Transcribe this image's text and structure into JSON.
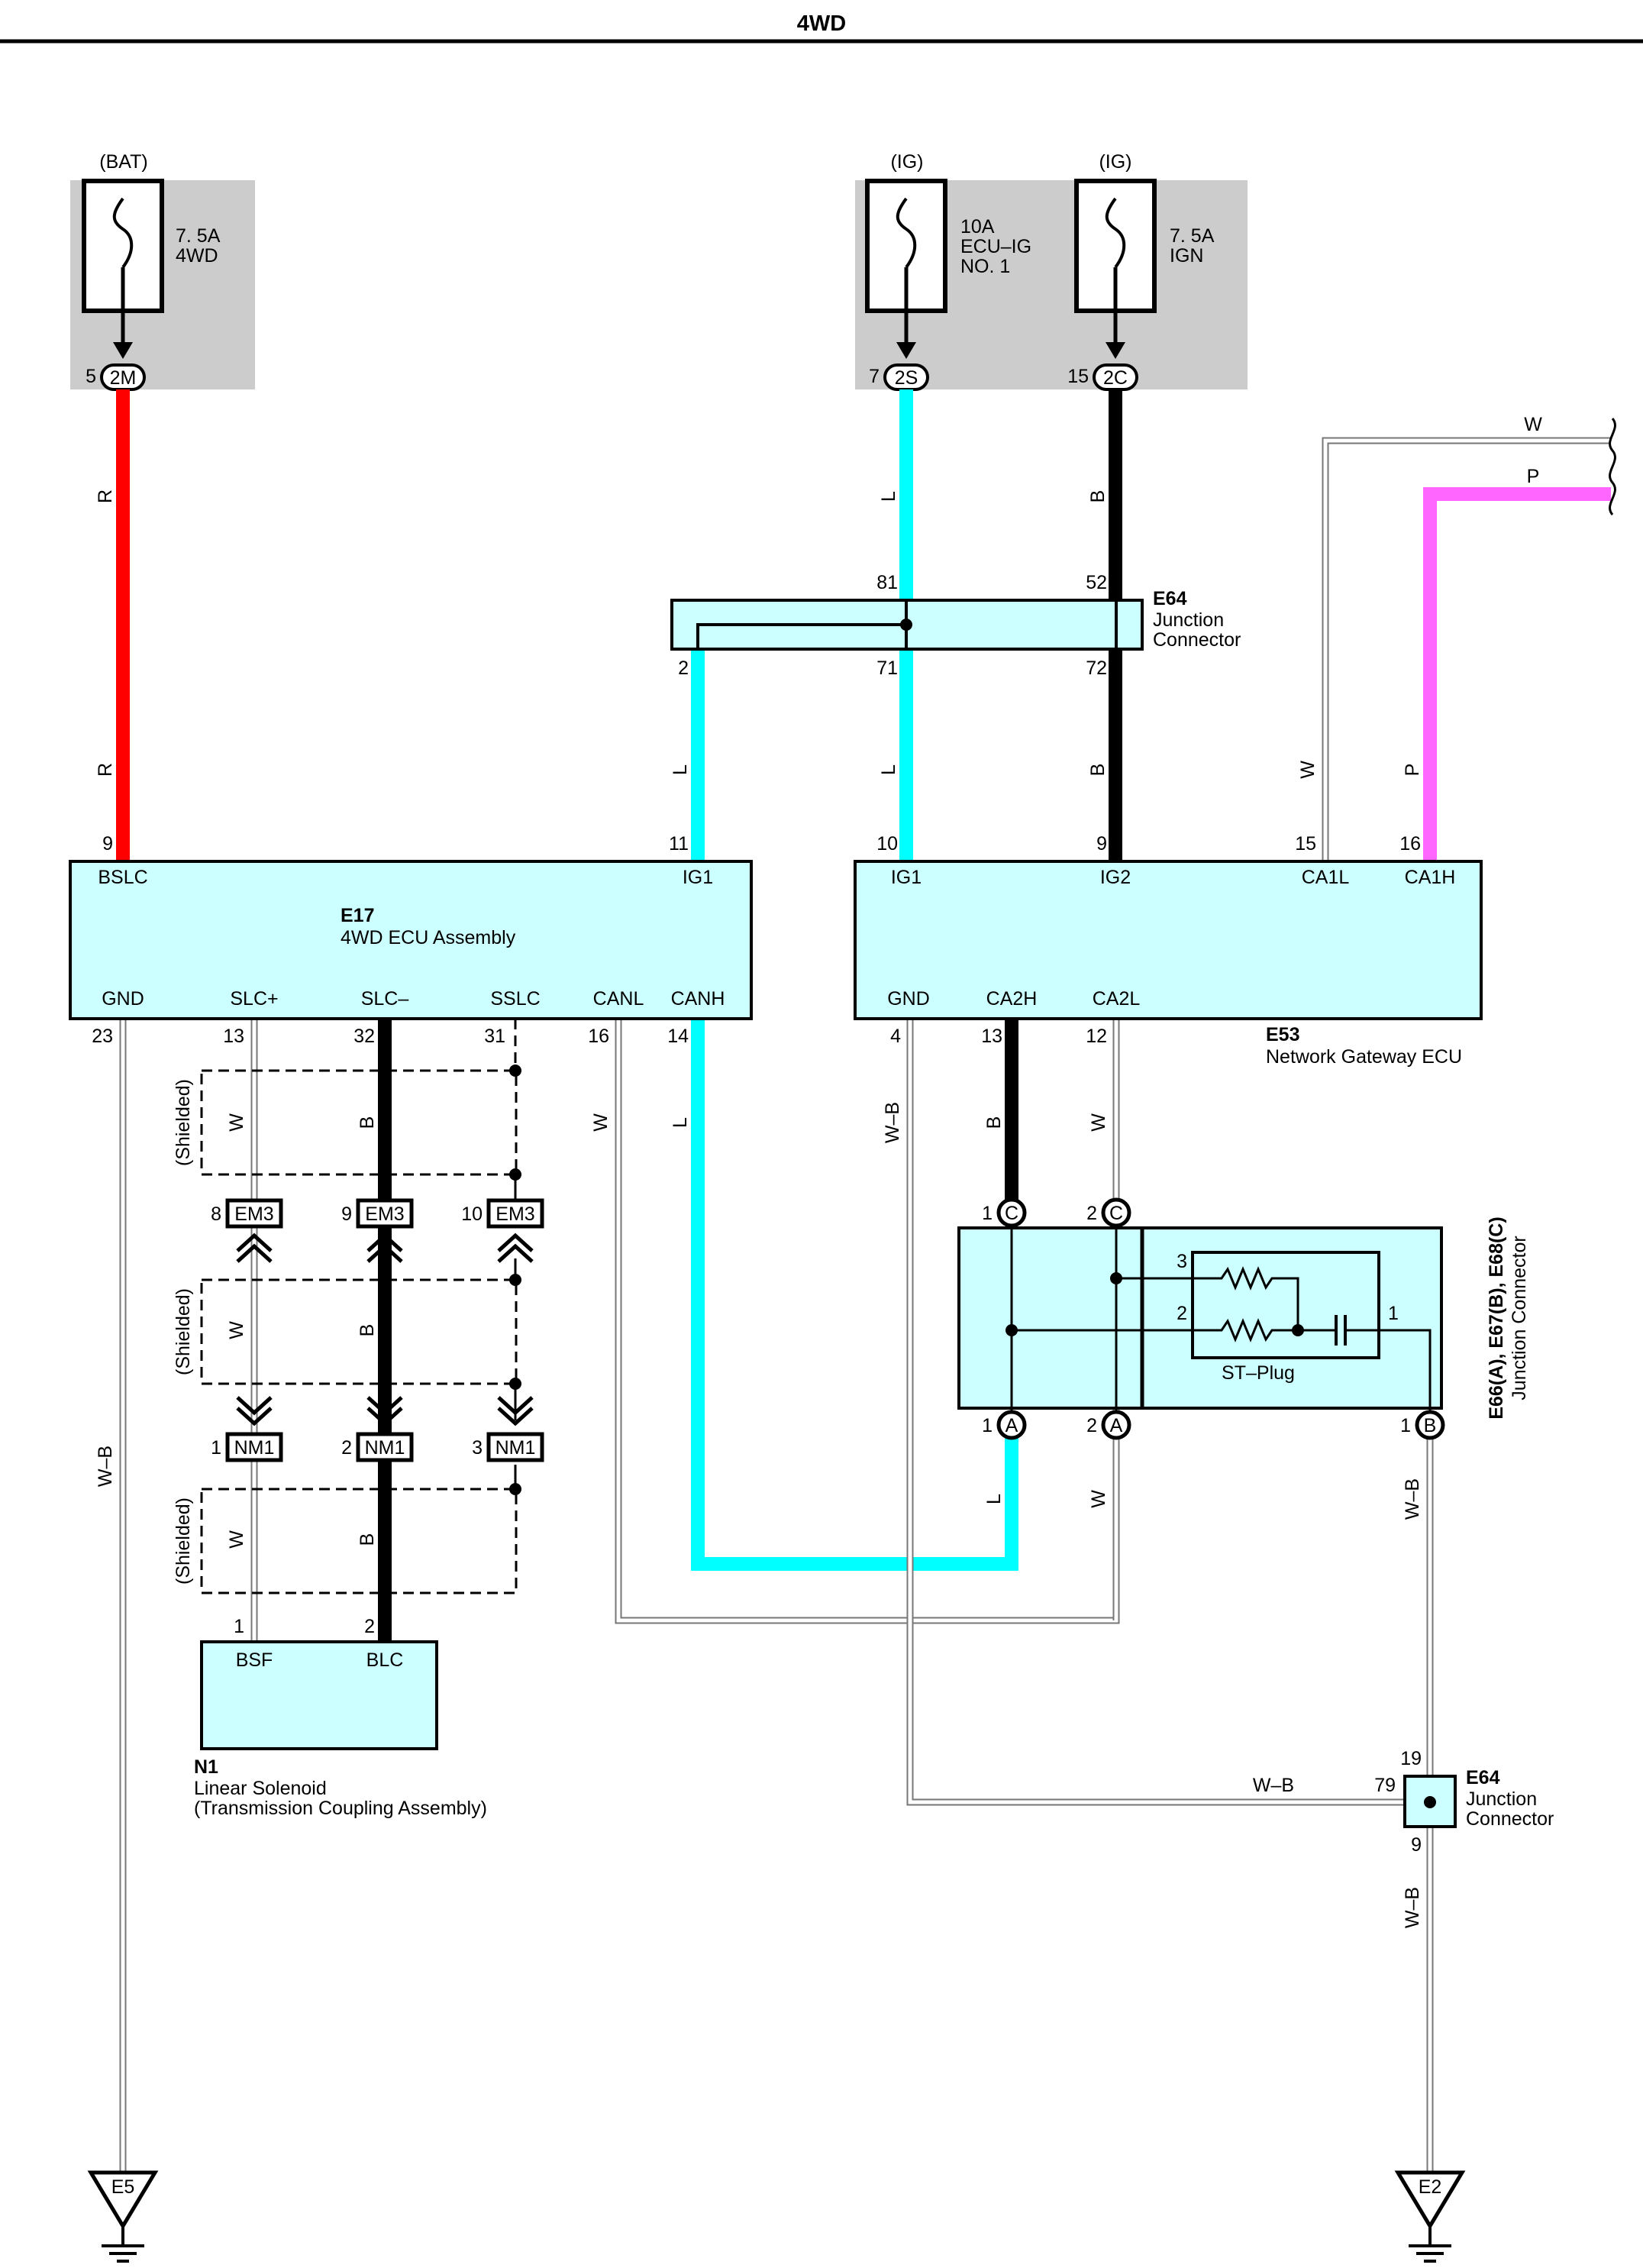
{
  "title": "4WD",
  "colors": {
    "red": "#ff0000",
    "cyan": "#00ffff",
    "black": "#000000",
    "pink": "#ff66ff",
    "white_wire_outline": "#777777",
    "box_fill": "#ccffff",
    "fuse_box_gray": "#cccccc"
  },
  "power": {
    "bat": {
      "source": "(BAT)",
      "fuse_line1": "7. 5A",
      "fuse_line2": "4WD",
      "pin": "5",
      "connector": "2M"
    },
    "ig1": {
      "source": "(IG)",
      "fuse_line1": "10A",
      "fuse_line2": "ECU–IG",
      "fuse_line3": "NO. 1",
      "pin": "7",
      "connector": "2S"
    },
    "ig2": {
      "source": "(IG)",
      "fuse_line1": "7. 5A",
      "fuse_line2": "IGN",
      "pin": "15",
      "connector": "2C"
    }
  },
  "wire_labels": {
    "red": "R",
    "blue": "L",
    "black": "B",
    "white": "W",
    "pink": "P",
    "ground": "W–B"
  },
  "e64_top": {
    "id": "E64",
    "name_line1": "Junction",
    "name_line2": "Connector",
    "pins": [
      "81",
      "52",
      "2",
      "71",
      "72"
    ]
  },
  "e17": {
    "id": "E17",
    "name": "4WD ECU Assembly",
    "top_terminals": [
      {
        "pin": "9",
        "name": "BSLC"
      },
      {
        "pin": "11",
        "name": "IG1"
      }
    ],
    "bottom_terminals": [
      {
        "pin": "23",
        "name": "GND"
      },
      {
        "pin": "13",
        "name": "SLC+"
      },
      {
        "pin": "32",
        "name": "SLC–"
      },
      {
        "pin": "31",
        "name": "SSLC"
      },
      {
        "pin": "16",
        "name": "CANL"
      },
      {
        "pin": "14",
        "name": "CANH"
      }
    ]
  },
  "e53": {
    "id": "E53",
    "name": "Network Gateway ECU",
    "top_terminals": [
      {
        "pin": "10",
        "name": "IG1"
      },
      {
        "pin": "9",
        "name": "IG2"
      },
      {
        "pin": "15",
        "name": "CA1L"
      },
      {
        "pin": "16",
        "name": "CA1H"
      }
    ],
    "bottom_terminals": [
      {
        "pin": "4",
        "name": "GND"
      },
      {
        "pin": "13",
        "name": "CA2H"
      },
      {
        "pin": "12",
        "name": "CA2L"
      }
    ]
  },
  "shielded": "(Shielded)",
  "em3": {
    "connector": "EM3",
    "pins": [
      "8",
      "9",
      "10"
    ]
  },
  "nm1": {
    "connector": "NM1",
    "pins": [
      "1",
      "2",
      "3"
    ]
  },
  "n1": {
    "id": "N1",
    "name_line1": "Linear Solenoid",
    "name_line2": "(Transmission Coupling Assembly)",
    "terminals": [
      {
        "pin": "1",
        "name": "BSF"
      },
      {
        "pin": "2",
        "name": "BLC"
      }
    ]
  },
  "junction_e66": {
    "id_label": "E66(A), E67(B), E68(C)",
    "name": "Junction Connector",
    "st_plug": "ST–Plug",
    "c_pins": [
      "1",
      "2"
    ],
    "a_pins": [
      "1",
      "2"
    ],
    "b_pin": "1",
    "letters": {
      "c": "C",
      "a": "A",
      "b": "B"
    },
    "inner_pins": [
      "3",
      "2",
      "1"
    ]
  },
  "e64_bottom": {
    "id": "E64",
    "name_line1": "Junction",
    "name_line2": "Connector",
    "pins": [
      "19",
      "79",
      "9"
    ]
  },
  "grounds": {
    "left": "E5",
    "right": "E2"
  }
}
